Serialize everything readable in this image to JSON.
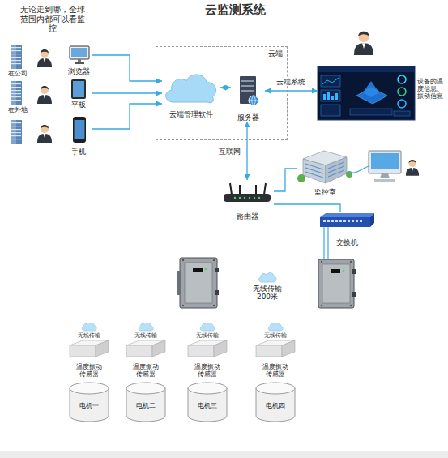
{
  "diagram": {
    "title": "云监测系统",
    "nodes": [
      {
        "text": [
          "云端"
        ]
      },
      {
        "text": [
          "云端管理软件"
        ],
        "in": 0
      },
      {
        "text": [
          "服务器"
        ],
        "in": 0
      },
      {
        "text": [
          "浏览器"
        ]
      },
      {
        "text": [
          "平板"
        ]
      },
      {
        "text": [
          "手机"
        ]
      },
      {
        "text": [
          "设备的温度信息、振动信息"
        ]
      },
      {
        "text": [
          "路由器"
        ]
      },
      {
        "text": [
          "监控室"
        ]
      },
      {
        "text": [
          "交换机"
        ]
      },
      {
        "text": [
          "温度振动传感器"
        ]
      },
      {
        "text": [
          "温度振动传感器"
        ]
      },
      {
        "text": [
          "温度振动传感器"
        ]
      },
      {
        "text": [
          "温度振动传感器"
        ]
      },
      {
        "text": [
          "电机一"
        ]
      },
      {
        "text": [
          "电机二"
        ]
      },
      {
        "text": [
          "电机三"
        ]
      },
      {
        "text": [
          "电机四"
        ]
      }
    ],
    "edges": [
      {
        "from": 3,
        "to": 1,
        "arrow": "to"
      },
      {
        "from": 4,
        "to": 1,
        "arrow": "to"
      },
      {
        "from": 5,
        "to": 1,
        "arrow": "to"
      },
      {
        "from": 1,
        "to": 2,
        "arrow": "both"
      },
      {
        "from": 2,
        "to": 6,
        "label": "云端系统",
        "arrow": "both"
      },
      {
        "from": 2,
        "to": 7,
        "label": "互联网",
        "arrow": "both"
      },
      {
        "from": 7,
        "to": 8,
        "arrow": "none"
      },
      {
        "from": 7,
        "to": 9,
        "arrow": "none"
      }
    ],
    "labels": [
      "无论走到哪，全球范围内都可以看监控",
      "在公司",
      "在外地",
      "无线传输 200米",
      "无线传输",
      "无线传输",
      "无线传输",
      "无线传输"
    ]
  }
}
